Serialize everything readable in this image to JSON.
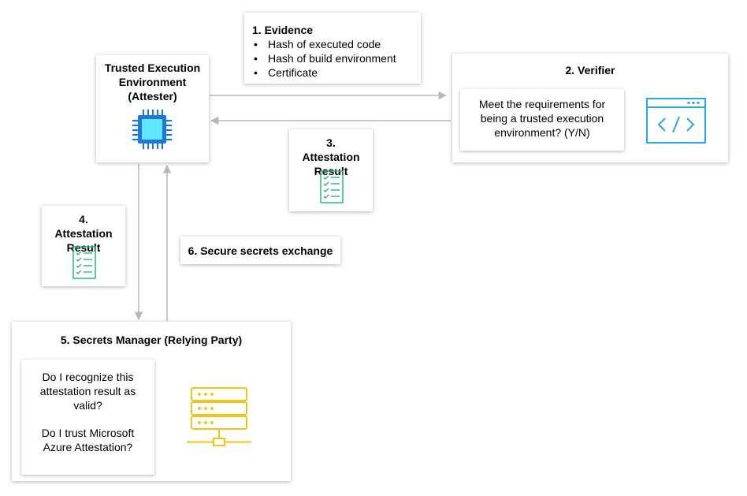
{
  "evidence": {
    "title": "1. Evidence",
    "items": [
      "Hash of executed code",
      "Hash of build environment",
      "Certificate"
    ]
  },
  "attester": {
    "line1": "Trusted Execution",
    "line2": "Environment",
    "line3": "(Attester)",
    "icon": "cpu-chip-icon"
  },
  "verifier": {
    "title": "2. Verifier",
    "question": "Meet the requirements for being a trusted execution environment? (Y/N)",
    "icon": "code-window-icon"
  },
  "attestation_result_3": {
    "title": "3. Attestation Result",
    "icon": "checklist-icon"
  },
  "attestation_result_4": {
    "title": "4. Attestation Result",
    "icon": "checklist-icon"
  },
  "secure_exchange": {
    "label": "6. Secure secrets exchange"
  },
  "secrets_manager": {
    "title": "5. Secrets Manager (Relying Party)",
    "question1": "Do I recognize this attestation result as valid?",
    "question2": "Do I trust Microsoft Azure Attestation?",
    "icon": "server-network-icon"
  },
  "colors": {
    "arrow": "#b7b7b7",
    "chip": "#1e78d4",
    "chip_fill": "#5ee7ff",
    "code_icon": "#29a8e0",
    "checklist": "#2db37a",
    "server": "#f2c318"
  }
}
